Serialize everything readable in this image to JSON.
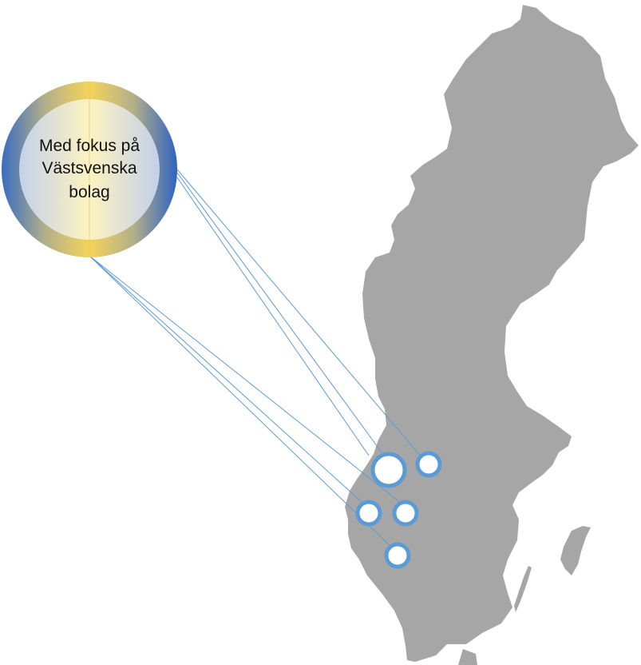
{
  "callout": {
    "line1": "Med fokus på",
    "line2": "Västsvenska",
    "line3": "bolag"
  },
  "colors": {
    "country_fill": "#a6a6a6",
    "neighbor_fill": "#a6a6a6",
    "marker_stroke": "#5b9bd5",
    "marker_fill": "#ffffff",
    "line_color": "#5b9bd5",
    "ring_gold": "#f5d45a",
    "ring_blue": "#3a6cc0",
    "disc_cream": "#fdf1bd",
    "disc_blue": "#c7d4ea"
  },
  "icons": {
    "country": "sweden-map-icon",
    "island": "gotland-island-icon",
    "marker": "location-circle-icon"
  }
}
